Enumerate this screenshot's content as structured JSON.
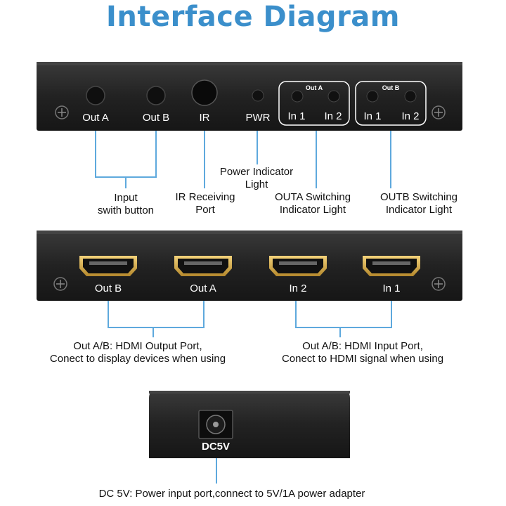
{
  "title": "Interface Diagram",
  "front_panel": {
    "labels": [
      "Out A",
      "Out B",
      "IR",
      "PWR",
      "In 1",
      "In 2",
      "In 1",
      "In 2"
    ],
    "group_a": "Out A",
    "group_b": "Out B"
  },
  "back_panel": {
    "labels": [
      "Out B",
      "Out A",
      "In 2",
      "In 1"
    ]
  },
  "side_panel": {
    "label": "DC5V"
  },
  "callouts": {
    "input_switch": [
      "Input",
      "swith button"
    ],
    "ir_port": [
      "IR Receiving",
      "Port"
    ],
    "power_light": [
      "Power Indicator",
      "Light"
    ],
    "outa_light": [
      "OUTA Switching",
      "Indicator Light"
    ],
    "outb_light": [
      "OUTB Switching",
      "Indicator Light"
    ],
    "hdmi_output": [
      "Out A/B: HDMI Output Port,",
      "Conect to display devices when using"
    ],
    "hdmi_input": [
      "Out A/B: HDMI Input Port,",
      "Conect to HDMI signal when using"
    ],
    "dc_power": "DC 5V: Power input port,connect to 5V/1A power adapter"
  },
  "colors": {
    "title": "#3b8fcb",
    "leader": "#5ea9dd",
    "panel": "#262626"
  }
}
